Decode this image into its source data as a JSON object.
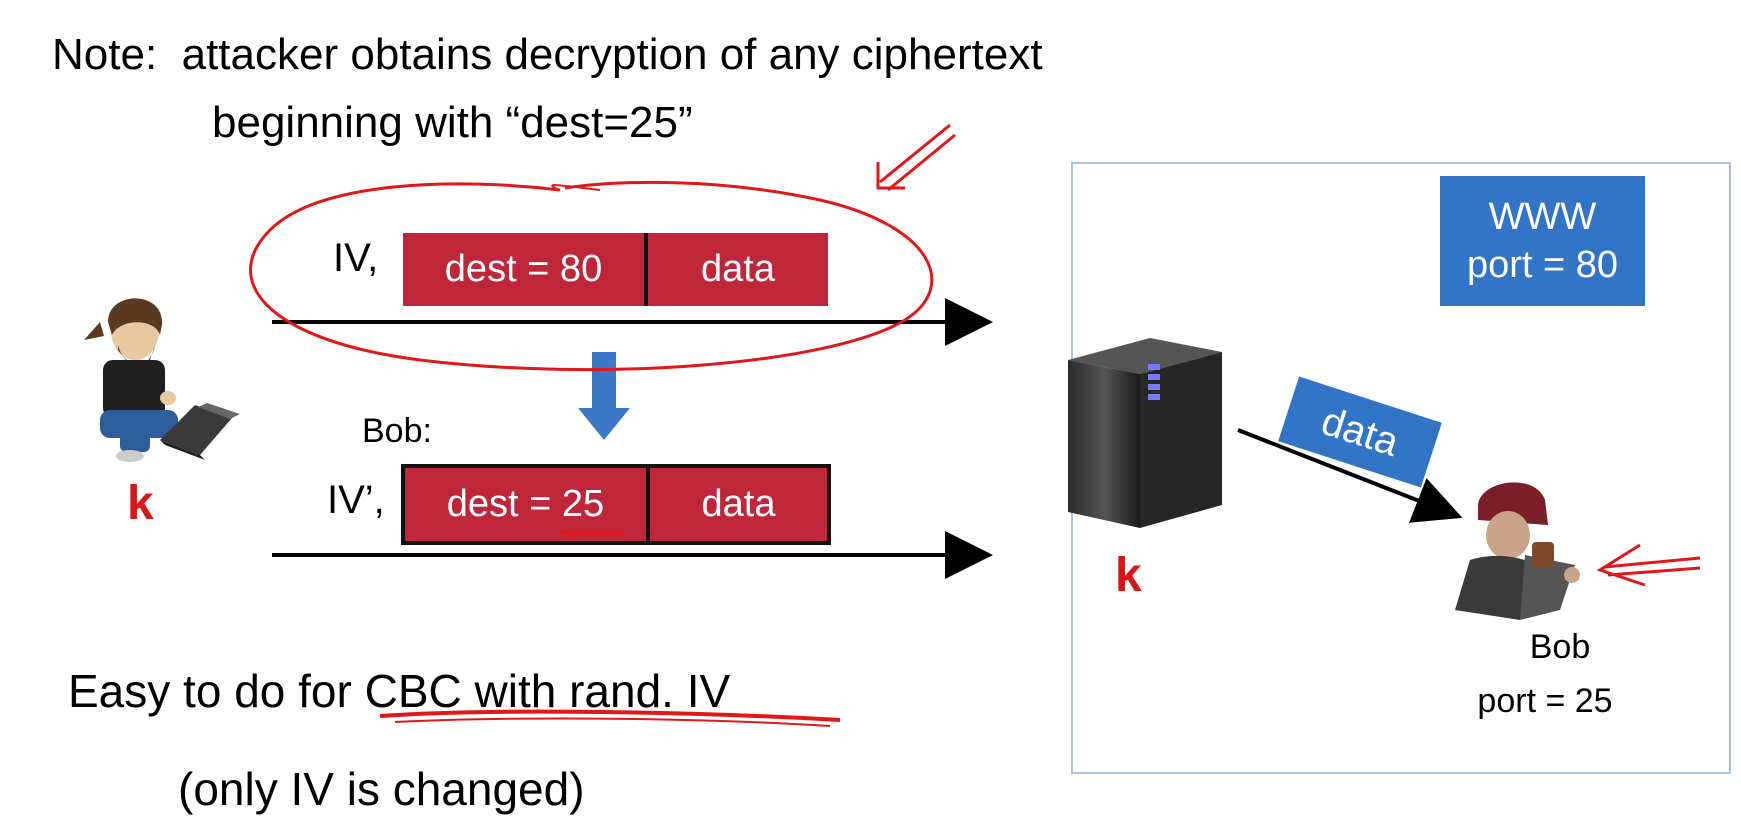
{
  "note": {
    "line1": "Note:  attacker obtains decryption of any ciphertext",
    "line2": "beginning with “dest=25”"
  },
  "top_packet": {
    "iv_label": "IV,",
    "dest": "dest = 80",
    "data": "data"
  },
  "bottom_packet": {
    "prefix": "Bob:",
    "iv_label": "IV’,",
    "dest_prefix": "dest = ",
    "dest_value": "25",
    "data": "data"
  },
  "attacker_key": "k",
  "server": {
    "www_line1": "WWW",
    "www_line2": "port = 80",
    "key": "k",
    "data_tag": "data",
    "bob_name": "Bob",
    "bob_port": "port = 25"
  },
  "footer": {
    "easy_prefix": "Easy to do for ",
    "easy_underlined": "CBC with rand. IV",
    "changed": "(only IV is changed)"
  },
  "colors": {
    "packet_red": "#c0263a",
    "blue_box": "#3274c6",
    "annotation_red": "#e01818",
    "arrow_blue": "#3c78c8"
  },
  "icons": [
    "attacker-figure-icon",
    "laptop-icon",
    "server-tower-icon",
    "bob-figure-icon",
    "down-arrow-icon"
  ]
}
